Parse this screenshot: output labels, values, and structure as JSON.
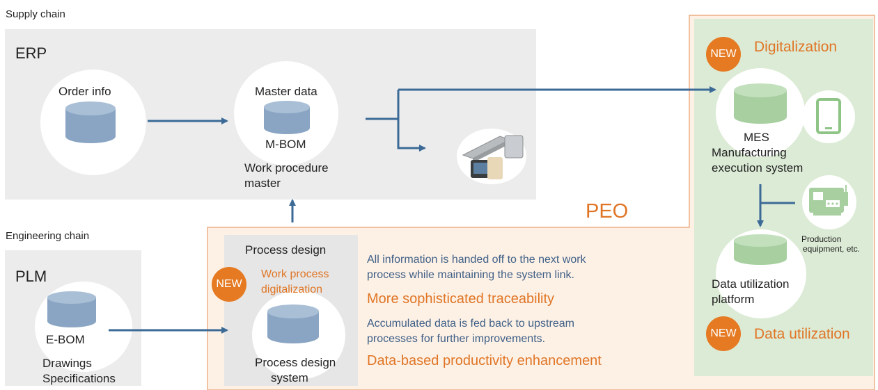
{
  "supply_chain": {
    "heading": "Supply chain",
    "erp_title": "ERP",
    "order_info": "Order info",
    "master_data": "Master data",
    "mbom": "M-BOM",
    "work_procedure": "Work procedure",
    "master": "master"
  },
  "engineering_chain": {
    "heading": "Engineering chain",
    "plm_title": "PLM",
    "ebom": "E-BOM",
    "drawings": "Drawings",
    "specifications": "Specifications"
  },
  "peo": {
    "title": "PEO",
    "process_design": "Process design",
    "new_badge": "NEW",
    "work_process_line1": "Work process",
    "work_process_line2": "digitalization",
    "process_design_system_line1": "Process design",
    "process_design_system_line2": "system",
    "handoff_line1": "All information is handed off to the next work",
    "handoff_line2": "process while maintaining the system link.",
    "traceability": "More sophisticated traceability",
    "feedback_line1": "Accumulated data is fed back to upstream",
    "feedback_line2": "processes for further improvements.",
    "productivity": "Data-based productivity enhancement"
  },
  "mes_panel": {
    "new_badge_top": "NEW",
    "digitalization": "Digitalization",
    "mes": "MES",
    "mes_line1": "Manufacturing",
    "mes_line2": "execution system",
    "production_line1": "Production",
    "production_line2": "equipment, etc.",
    "data_util_line1": "Data utilization",
    "data_util_line2": "platform",
    "new_badge_bottom": "NEW",
    "data_utilization": "Data utilization"
  },
  "colors": {
    "arrow": "#3b6a96",
    "orange": "#e57a22",
    "blue_cylinder": "#8aa5c3",
    "green_cylinder": "#a7cfa0",
    "gray_panel": "#ececec",
    "peo_bg": "#fdf1e6",
    "mes_bg": "#dcebd6"
  }
}
